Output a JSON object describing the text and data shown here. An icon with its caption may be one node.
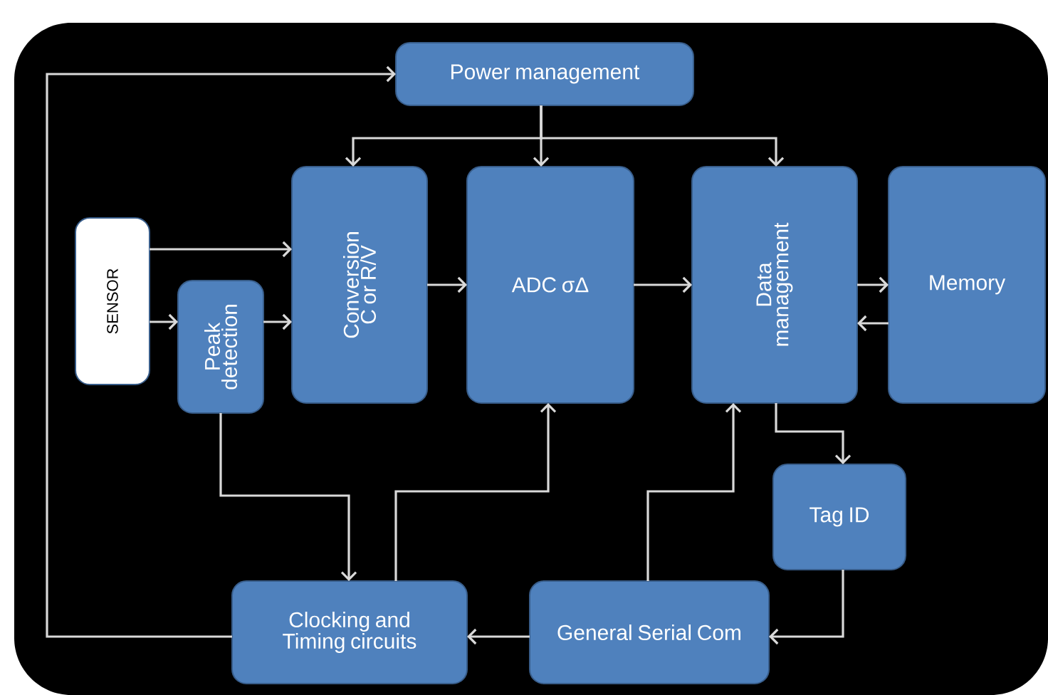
{
  "diagram": {
    "nodes": [
      {
        "text": [
          "Power management"
        ]
      },
      {
        "text": [
          "SENSOR"
        ]
      },
      {
        "text": [
          "Peak detection"
        ]
      },
      {
        "text": [
          "Conversion C or R/V"
        ]
      },
      {
        "text": [
          "ADC σΔ"
        ]
      },
      {
        "text": [
          "Data management"
        ]
      },
      {
        "text": [
          "Memory"
        ]
      },
      {
        "text": [
          "Tag ID"
        ]
      },
      {
        "text": [
          "Clocking and Timing circuits"
        ]
      },
      {
        "text": [
          "General Serial Com"
        ]
      }
    ],
    "edges": [
      {
        "from": 8,
        "to": 0,
        "arrow": "to"
      },
      {
        "from": 0,
        "to": 3,
        "arrow": "to"
      },
      {
        "from": 0,
        "to": 4,
        "arrow": "to"
      },
      {
        "from": 0,
        "to": 5,
        "arrow": "to"
      },
      {
        "from": 1,
        "to": 3,
        "arrow": "to"
      },
      {
        "from": 1,
        "to": 2,
        "arrow": "to"
      },
      {
        "from": 2,
        "to": 3,
        "arrow": "to"
      },
      {
        "from": 3,
        "to": 4,
        "arrow": "to"
      },
      {
        "from": 4,
        "to": 5,
        "arrow": "to"
      },
      {
        "from": 5,
        "to": 6,
        "arrow": "to"
      },
      {
        "from": 6,
        "to": 5,
        "arrow": "to"
      },
      {
        "from": 5,
        "to": 7,
        "arrow": "to"
      },
      {
        "from": 7,
        "to": 9,
        "arrow": "to"
      },
      {
        "from": 9,
        "to": 8,
        "arrow": "to"
      },
      {
        "from": 9,
        "to": 5,
        "arrow": "to"
      },
      {
        "from": 8,
        "to": 4,
        "arrow": "to"
      },
      {
        "from": 2,
        "to": 8,
        "arrow": "to"
      }
    ]
  }
}
